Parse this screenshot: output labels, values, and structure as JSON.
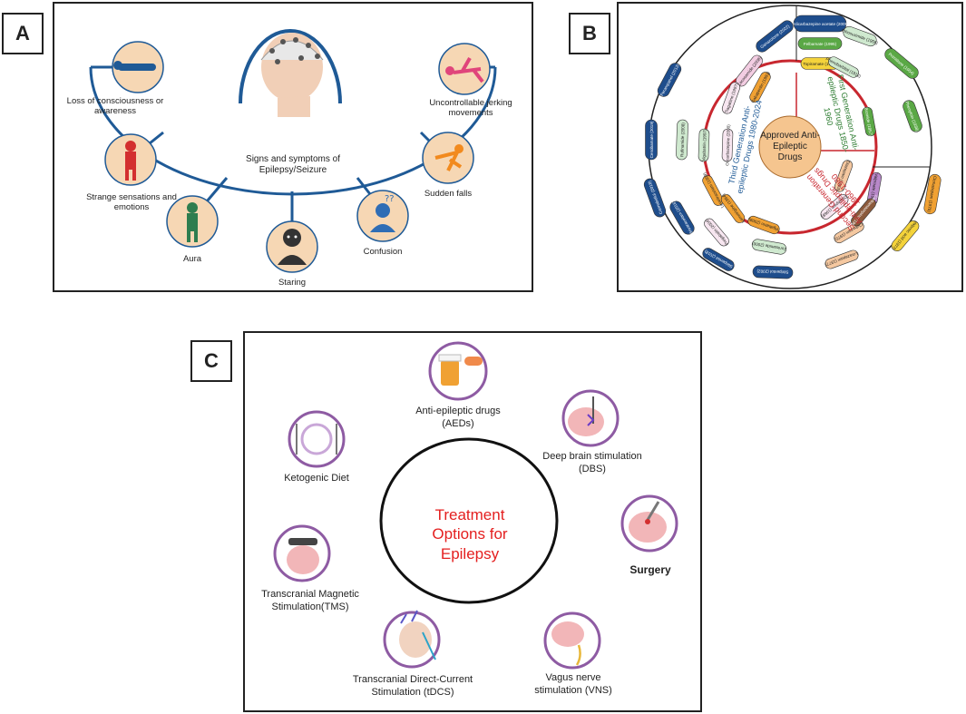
{
  "panel_labels": {
    "a": "A",
    "b": "B",
    "c": "C"
  },
  "panel_a": {
    "center": "Signs and symptoms of Epilepsy/Seizure",
    "symptoms": [
      {
        "key": "loss",
        "label": "Loss of consciousness or awareness",
        "icon": "person-lying-icon"
      },
      {
        "key": "strange",
        "label": "Strange sensations and emotions",
        "icon": "person-distress-icon"
      },
      {
        "key": "aura",
        "label": "Aura",
        "icon": "person-standing-icon"
      },
      {
        "key": "staring",
        "label": "Staring",
        "icon": "person-staring-icon"
      },
      {
        "key": "confusion",
        "label": "Confusion",
        "icon": "person-confused-icon"
      },
      {
        "key": "falls",
        "label": "Sudden falls",
        "icon": "person-falling-icon"
      },
      {
        "key": "jerking",
        "label": "Uncontrollable jerking movements",
        "icon": "person-jerking-icon"
      }
    ]
  },
  "panel_b": {
    "center": "Approved Anti-Epileptic Drugs",
    "first_gen": "First Generation Anti-epileptic Drugs 1850-1960",
    "second_gen": "Second Generation Anti-epileptic Drugs 1960-1980",
    "third_gen": "Third Generation Anti-epileptic Drugs 1980-2024",
    "drugs": [
      "Eslicarbazepine acetate (2009)",
      "Felbamate (1995)",
      "Topiramate (1996)",
      "Ganaxolone (2022)",
      "Lacosamide (2008)",
      "Tiagabine (1997)",
      "Gabapentin (1993)",
      "Perampanel (2012)",
      "Rufinamide (2008)",
      "Vigabatrin (1997)",
      "Oxcarbazepine (2000)",
      "Cenobamate (2019)",
      "Cannabidiol (2018)",
      "Brivaracetam (2016)",
      "Levetiracetam (1999)",
      "Lamotrigine (1994)",
      "Pregabalin (2004)",
      "Vigabatrin (2009)",
      "Zonisamide (2000)",
      "Stiripentol (2018)",
      "Stiripentol (2002)",
      "Ethosuximide (1958)",
      "Primidone (1954)",
      "Phenobarbital (1912)",
      "Phenytoin (1938)",
      "Bromide (1857)",
      "Clonazepam (1975)",
      "Diazepam (1963)",
      "Valproate (1967)",
      "Clobazam (1975)",
      "Carbamazepine (1964)",
      "Valproic acid (1973)",
      "Lorazepam (1977)",
      "Diazepam (1968)"
    ]
  },
  "panel_c": {
    "center": "Treatment Options for Epilepsy",
    "options": [
      {
        "key": "aeds",
        "label": "Anti-epileptic drugs (AEDs)",
        "icon": "pill-bottle-icon"
      },
      {
        "key": "dbs",
        "label": "Deep brain stimulation (DBS)",
        "icon": "brain-electrode-icon"
      },
      {
        "key": "surgery",
        "label": "Surgery",
        "icon": "brain-surgery-icon"
      },
      {
        "key": "vns",
        "label": "Vagus nerve stimulation (VNS)",
        "icon": "vagus-nerve-icon"
      },
      {
        "key": "tdcs",
        "label": "Transcranial Direct-Current Stimulation (tDCS)",
        "icon": "head-electrodes-icon"
      },
      {
        "key": "tms",
        "label": "Transcranial Magnetic Stimulation(TMS)",
        "icon": "magnetic-coil-icon"
      },
      {
        "key": "keto",
        "label": "Ketogenic Diet",
        "icon": "plate-cutlery-icon"
      }
    ]
  },
  "colors": {
    "arc_blue": "#1f5a96",
    "circle_fill": "#f6d7b4",
    "ring_red": "#c8272f",
    "center_orange": "#f5c58f",
    "purple": "#8e5ba3",
    "treat_red": "#e41f1f",
    "pill_navy": "#1e4d8c",
    "pill_green": "#5aa845",
    "pill_orange": "#f0a133",
    "pill_pink": "#f3cde2",
    "pill_mint": "#cfe9cf",
    "pill_teal": "#0e6f7b",
    "pill_brown": "#8b5a3c",
    "pill_yellow": "#f4d33b",
    "pill_purple": "#b888c9",
    "pill_peach": "#f5c8a0",
    "pill_light": "#f7e6f0"
  }
}
